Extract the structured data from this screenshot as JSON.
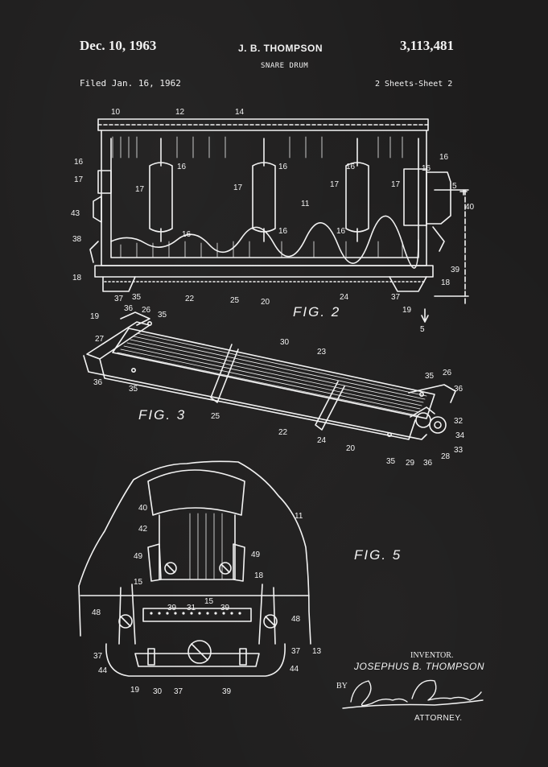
{
  "header": {
    "date": "Dec. 10, 1963",
    "inventor": "J. B. THOMPSON",
    "title": "SNARE DRUM",
    "patent_number": "3,113,481",
    "filed": "Filed Jan. 16, 1962",
    "sheets": "2 Sheets-Sheet 2"
  },
  "figures": {
    "fig2": "FIG. 2",
    "fig3": "FIG. 3",
    "fig5": "FIG. 5"
  },
  "footer": {
    "inventor_label": "INVENTOR.",
    "inventor_name": "JOSEPHUS B. THOMPSON",
    "by": "BY",
    "signature": "Sanford Schumacher",
    "attorney_label": "ATTORNEY."
  },
  "colors": {
    "background": "#1d1c1c",
    "ink": "#f2f2f2"
  }
}
